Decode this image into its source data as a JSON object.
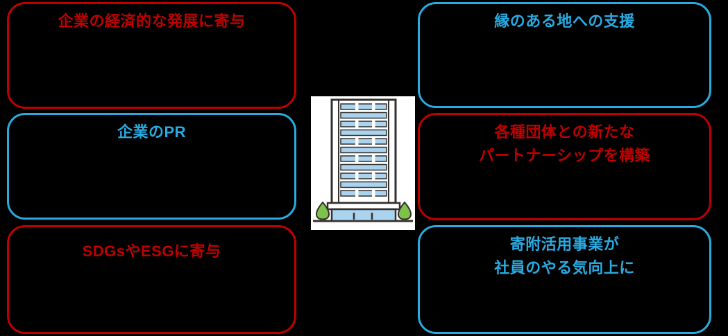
{
  "diagram": {
    "background": "#000000",
    "colors": {
      "red": "#c00000",
      "blue": "#29abe2"
    },
    "left_boxes": [
      {
        "id": "economic-development",
        "color": "red",
        "label": "企業の経済的な発展に寄与"
      },
      {
        "id": "company-pr",
        "color": "blue",
        "label": "企業のPR"
      },
      {
        "id": "sdgs-esg",
        "color": "red",
        "label": "SDGsやESGに寄与"
      }
    ],
    "right_boxes": [
      {
        "id": "support-connected-region",
        "color": "blue",
        "label": "縁のある地への支援"
      },
      {
        "id": "new-partnerships",
        "color": "red",
        "label": "各種団体との新たな\nパートナーシップを構築"
      },
      {
        "id": "employee-motivation",
        "color": "blue",
        "label": "寄附活用事業が\n社員のやる気向上に"
      }
    ],
    "center": {
      "icon": "office-building-illustration",
      "art_colors": {
        "canvas": "#ffffff",
        "outline": "#332f2b",
        "window_blue": "#a9d3ee",
        "tree_green": "#7cc24b",
        "trunk_brown": "#7d5f3f"
      }
    }
  }
}
